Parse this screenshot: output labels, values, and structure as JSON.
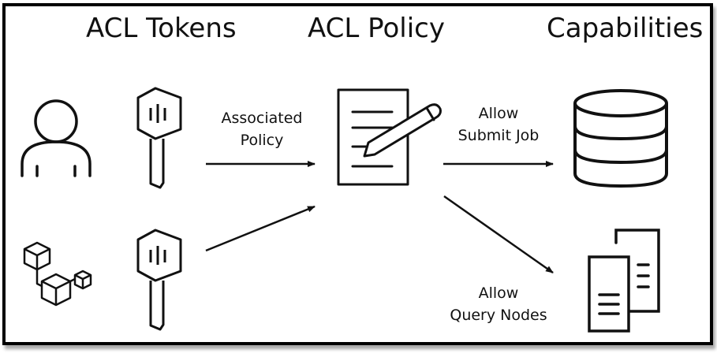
{
  "headers": {
    "tokens": "ACL Tokens",
    "policy": "ACL Policy",
    "capabilities": "Capabilities"
  },
  "arrow_labels": {
    "associated_line1": "Associated",
    "associated_line2": "Policy",
    "submit_line1": "Allow",
    "submit_line2": "Submit Job",
    "query_line1": "Allow",
    "query_line2": "Query Nodes"
  },
  "icons": {
    "user": "user-icon",
    "service": "cubes-icon",
    "token": "token-key-icon",
    "policy": "policy-document-icon",
    "database": "database-icon",
    "documents": "documents-icon"
  },
  "colors": {
    "stroke": "#111111",
    "border": "#000000",
    "background": "#ffffff"
  }
}
